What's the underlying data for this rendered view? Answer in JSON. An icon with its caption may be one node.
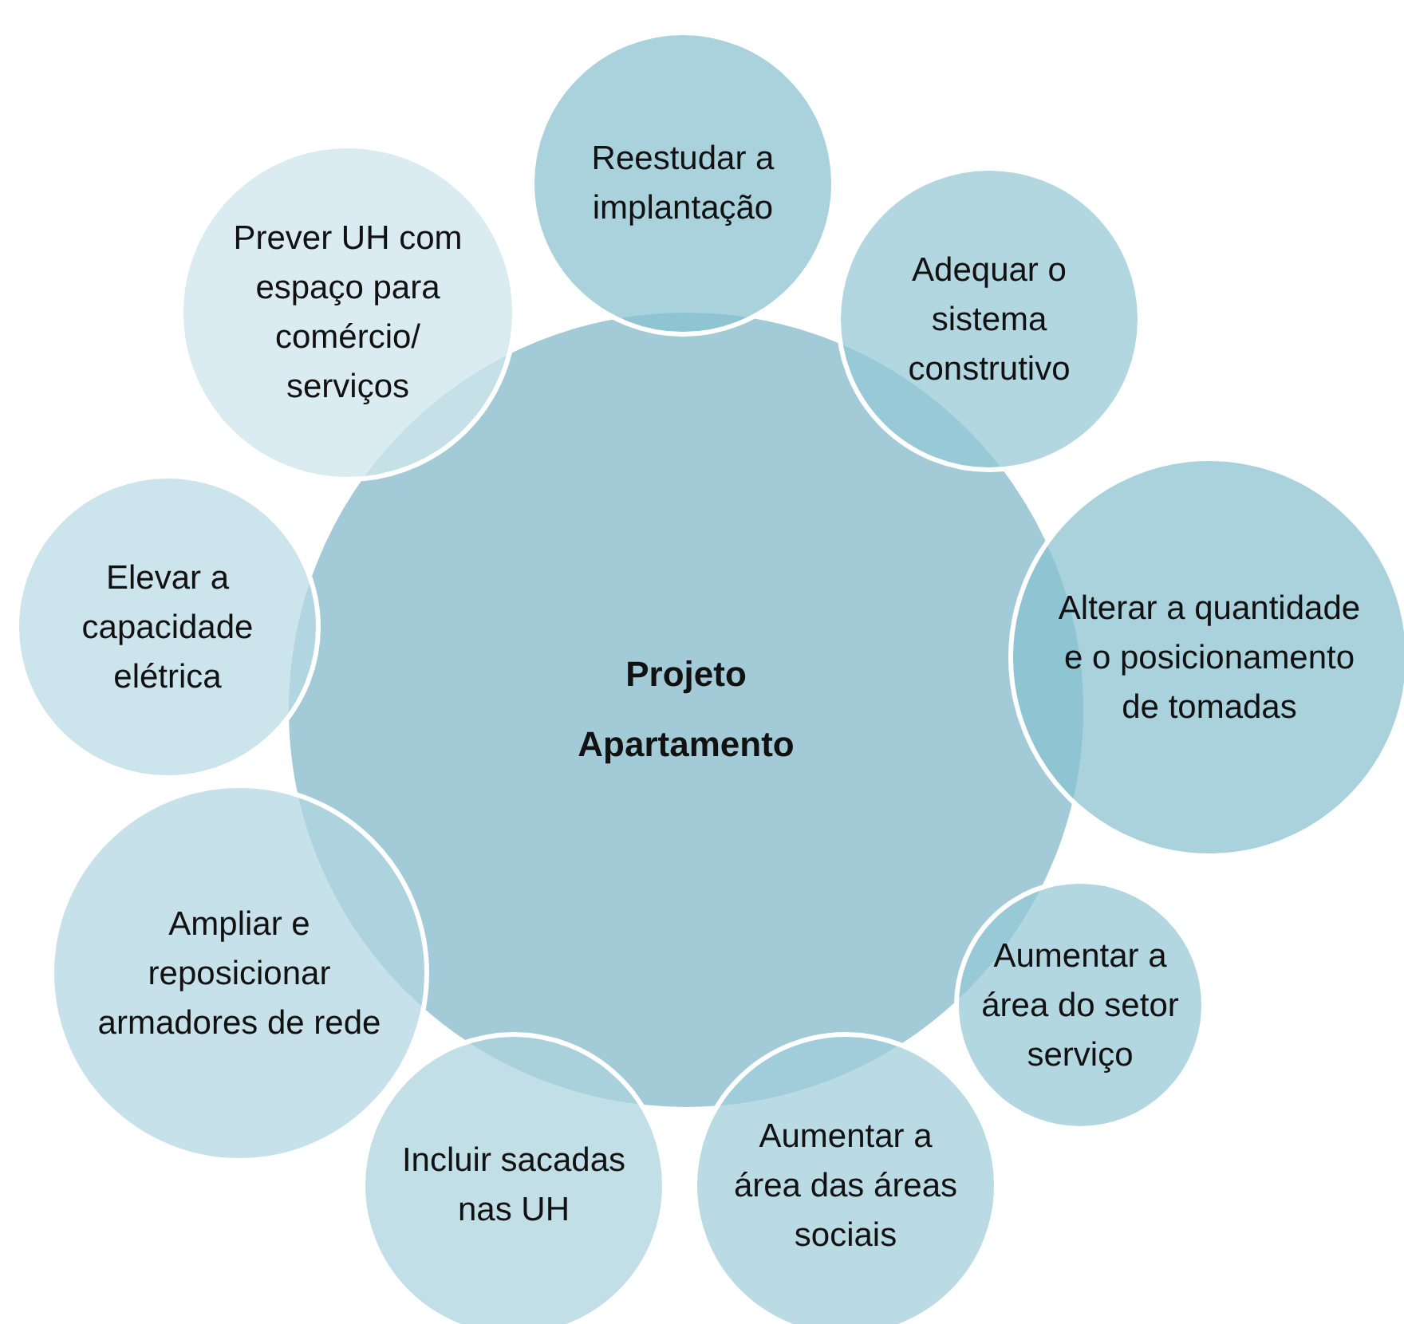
{
  "diagram": {
    "nodes": [
      {
        "text": [
          "Projeto Apartamento"
        ]
      },
      {
        "text": [
          "Reestudar a implantação"
        ]
      },
      {
        "text": [
          "Adequar o sistema construtivo"
        ]
      },
      {
        "text": [
          "Alterar a quantidade e o posicionamento de tomadas"
        ]
      },
      {
        "text": [
          "Aumentar a área do setor serviço"
        ]
      },
      {
        "text": [
          "Aumentar a área das áreas sociais"
        ]
      },
      {
        "text": [
          "Incluir sacadas nas UH"
        ]
      },
      {
        "text": [
          "Ampliar e reposicionar armadores de rede"
        ]
      },
      {
        "text": [
          "Elevar a capacidade elétrica"
        ]
      },
      {
        "text": [
          "Prever UH com espaço para comércio/ serviços"
        ]
      }
    ]
  }
}
